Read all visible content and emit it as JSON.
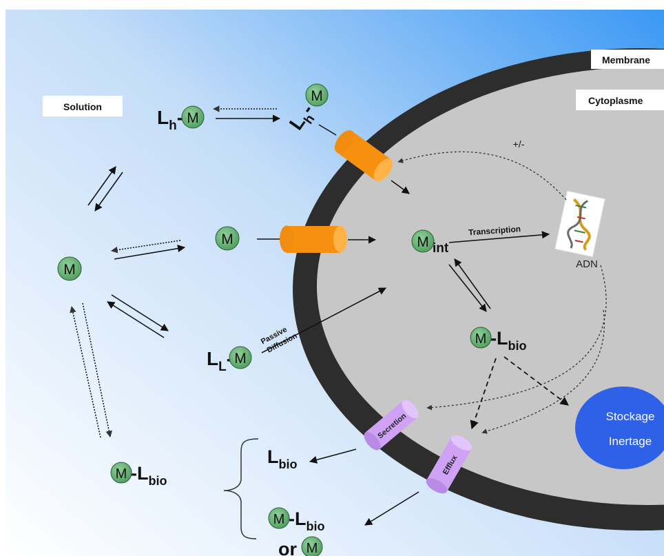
{
  "labels": {
    "solution": "Solution",
    "membrane": "Membrane",
    "cytoplasme": "Cytoplasme",
    "plus_minus": "+/-",
    "transcription": "Transcription",
    "adn": "ADN",
    "passive": "Passive",
    "diffusion": "Diffusion",
    "secretion": "Secretion",
    "efflux": "Efflux",
    "stockage": "Stockage",
    "inertage": "Inertage",
    "or": "or"
  },
  "species": {
    "metal": "M",
    "l_h": "L",
    "l_h_sub": "h",
    "l_l": "L",
    "l_l_sub": "L",
    "int_sub": "int",
    "bio_sub": "bio",
    "dash": "-"
  },
  "colors": {
    "background_from": "#ffffff",
    "background_to": "#4aa3f5",
    "cytoplasm": "#c8c8c8",
    "membrane": "#2d2d2d",
    "metal_ball": "#5cae6a",
    "channel": "#ff9a1a",
    "transporter": "#c89af5",
    "stock_vacuole": "#2f60e8"
  }
}
